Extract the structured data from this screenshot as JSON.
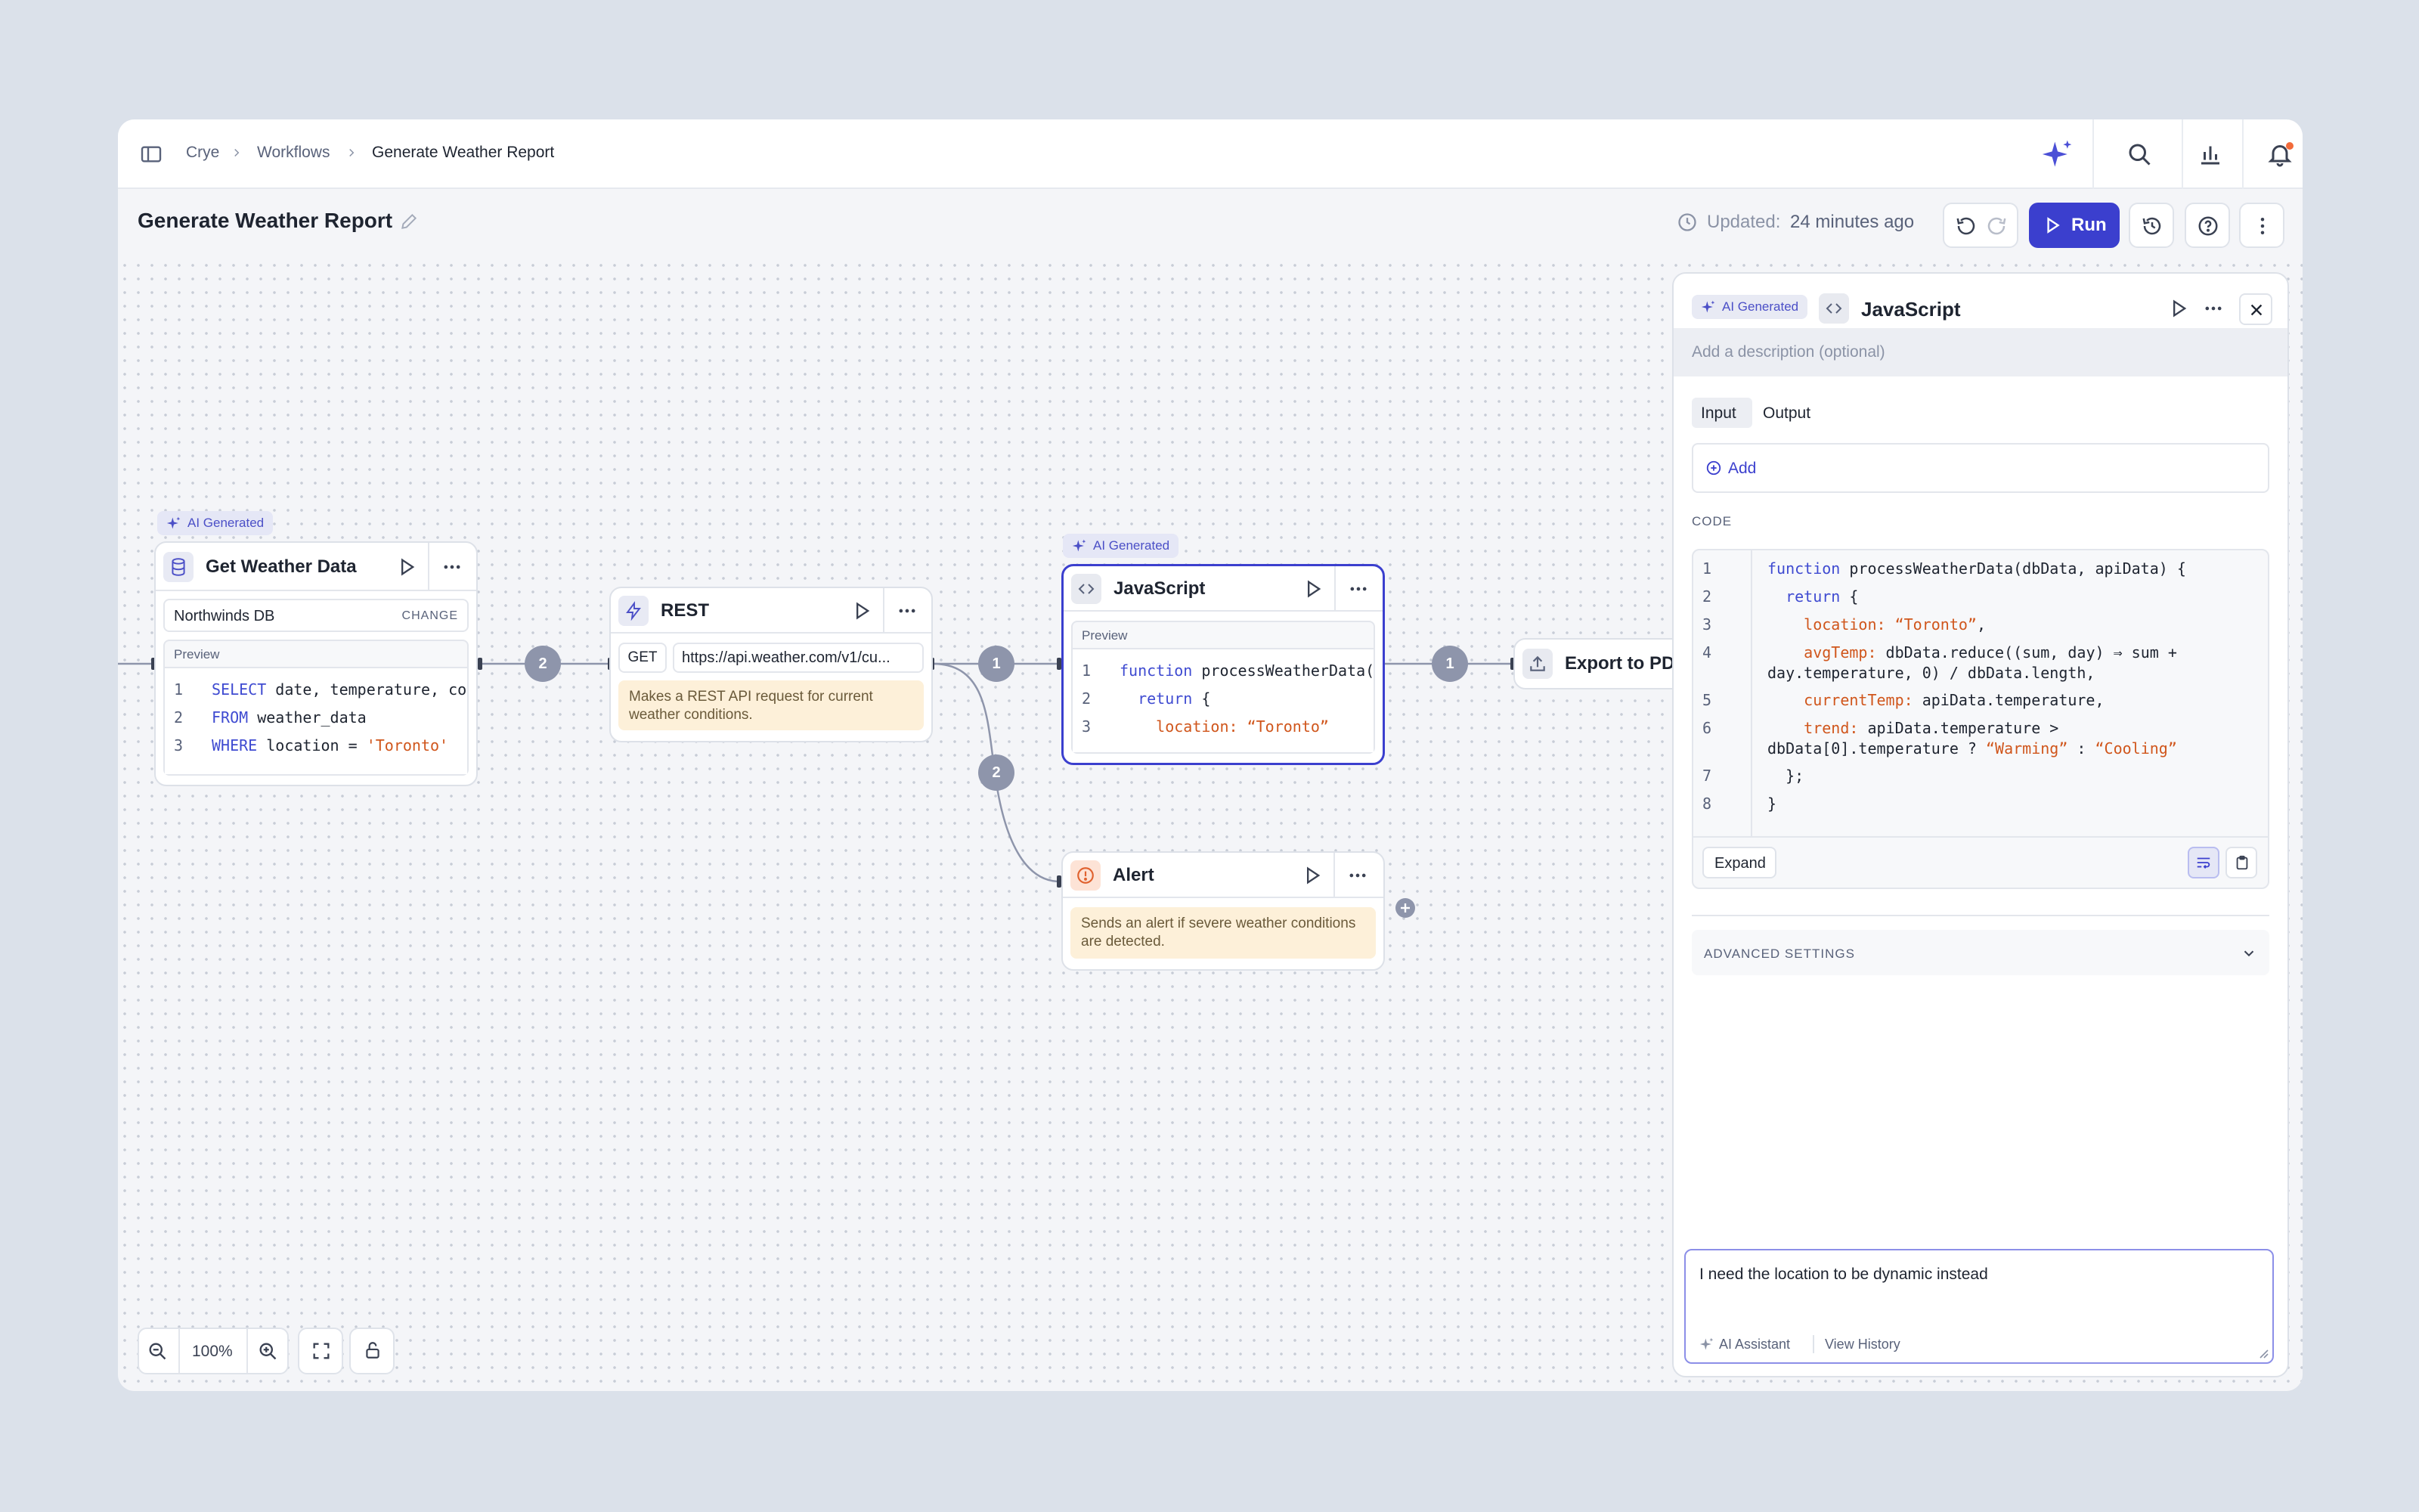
{
  "breadcrumb": {
    "items": [
      "Crye",
      "Workflows",
      "Generate Weather Report"
    ]
  },
  "page": {
    "title": "Generate Weather Report",
    "updated_label": "Updated:",
    "updated_value": "24 minutes ago",
    "run_label": "Run"
  },
  "colors": {
    "accent": "#3b3fce",
    "background": "#dbe1ea",
    "code_keyword": "#3f4bd1",
    "code_string": "#d0561c",
    "notification": "#f26b3a"
  },
  "icons": [
    "sidebar-toggle-icon",
    "sparkle-icon",
    "search-icon",
    "chart-icon",
    "bell-icon",
    "pencil-icon",
    "clock-icon",
    "undo-icon",
    "redo-icon",
    "play-icon",
    "history-icon",
    "help-icon",
    "more-vertical-icon",
    "database-icon",
    "bolt-icon",
    "code-icon",
    "alert-icon",
    "upload-icon",
    "close-icon",
    "zoom-out-icon",
    "zoom-in-icon",
    "fit-icon",
    "lock-icon"
  ],
  "nodes": {
    "get_weather": {
      "badge": "AI Generated",
      "title": "Get Weather Data",
      "source": "Northwinds DB",
      "change_label": "CHANGE",
      "preview_label": "Preview",
      "code": [
        {
          "n": "1",
          "kw": "SELECT",
          "rest": " date, temperature, co"
        },
        {
          "n": "2",
          "kw": "FROM",
          "rest": " weather_data"
        },
        {
          "n": "3",
          "kw": "WHERE",
          "rest": " location = ",
          "str": "'Toronto'"
        }
      ]
    },
    "rest": {
      "title": "REST",
      "method": "GET",
      "url": "https://api.weather.com/v1/cu...",
      "note": "Makes a REST API request for current weather conditions."
    },
    "javascript": {
      "badge": "AI Generated",
      "title": "JavaScript",
      "preview_label": "Preview",
      "code": [
        {
          "n": "1",
          "kw": "function",
          "rest": " processWeatherData("
        },
        {
          "n": "2",
          "kw": "  return",
          "rest": " {"
        },
        {
          "n": "3",
          "prop": "    location:",
          "str": " “Toronto”"
        }
      ]
    },
    "alert": {
      "title": "Alert",
      "note": "Sends an alert if severe weather conditions are detected."
    },
    "export": {
      "title": "Export to PD"
    }
  },
  "edges": {
    "e1": "2",
    "e2": "1",
    "e3": "2",
    "e4": "1"
  },
  "panel": {
    "badge": "AI Generated",
    "title": "JavaScript",
    "description_placeholder": "Add a description (optional)",
    "tabs": [
      "Input",
      "Output"
    ],
    "add_label": "Add",
    "code_label": "CODE",
    "expand_label": "Expand",
    "advanced_label": "ADVANCED SETTINGS",
    "chat_value": "I need the location to be dynamic instead",
    "assistant_label": "AI Assistant",
    "history_label": "View History"
  },
  "panel_code": [
    {
      "n": "1",
      "segs": [
        [
          "kw",
          "function"
        ],
        [
          "",
          " processWeatherData(dbData, apiData) {"
        ]
      ]
    },
    {
      "n": "2",
      "segs": [
        [
          "kw",
          "  return"
        ],
        [
          "",
          " {"
        ]
      ]
    },
    {
      "n": "3",
      "segs": [
        [
          "prop",
          "    location:"
        ],
        [
          "str",
          " “Toronto”"
        ],
        [
          "",
          ","
        ]
      ]
    },
    {
      "n": "4",
      "segs": [
        [
          "prop",
          "    avgTemp:"
        ],
        [
          "",
          " dbData.reduce((sum, day) ⇒ sum +"
        ]
      ]
    },
    {
      "n": "",
      "segs": [
        [
          "",
          "day.temperature, 0) / dbData.length,"
        ]
      ]
    },
    {
      "n": "5",
      "segs": [
        [
          "prop",
          "    currentTemp:"
        ],
        [
          "",
          " apiData.temperature,"
        ]
      ]
    },
    {
      "n": "6",
      "segs": [
        [
          "prop",
          "    trend:"
        ],
        [
          "",
          " apiData.temperature >"
        ]
      ]
    },
    {
      "n": "",
      "segs": [
        [
          "",
          "dbData[0].temperature ? "
        ],
        [
          "str",
          "“Warming”"
        ],
        [
          "",
          " : "
        ],
        [
          "str",
          "“Cooling”"
        ]
      ]
    },
    {
      "n": "7",
      "segs": [
        [
          "",
          "  };"
        ]
      ]
    },
    {
      "n": "8",
      "segs": [
        [
          "",
          "}"
        ]
      ]
    }
  ],
  "zoom": {
    "level": "100%"
  }
}
